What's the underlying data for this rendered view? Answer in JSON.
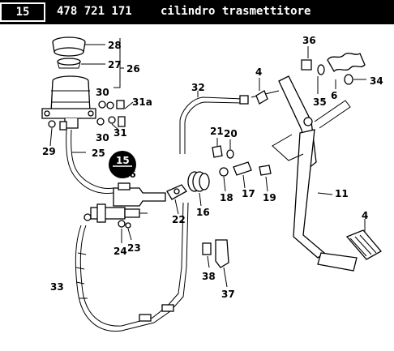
{
  "header": {
    "section": "15",
    "part_number": "478 721 171",
    "description": "cilindro trasmettitore"
  },
  "callout": {
    "section": "15",
    "page": "16"
  },
  "labels": {
    "l28": "28",
    "l27": "27",
    "l26": "26",
    "l30a": "30",
    "l31a": "31a",
    "l30b": "30",
    "l31": "31",
    "l29": "29",
    "l25": "25",
    "l32": "32",
    "l4a": "4",
    "l36": "36",
    "l34": "34",
    "l6": "6",
    "l35": "35",
    "l21": "21",
    "l20": "20",
    "l17": "17",
    "l18": "18",
    "l19": "19",
    "l11": "11",
    "l22": "22",
    "l16": "16",
    "l24": "24",
    "l23": "23",
    "l33": "33",
    "l38": "38",
    "l37": "37",
    "l4b": "4"
  }
}
